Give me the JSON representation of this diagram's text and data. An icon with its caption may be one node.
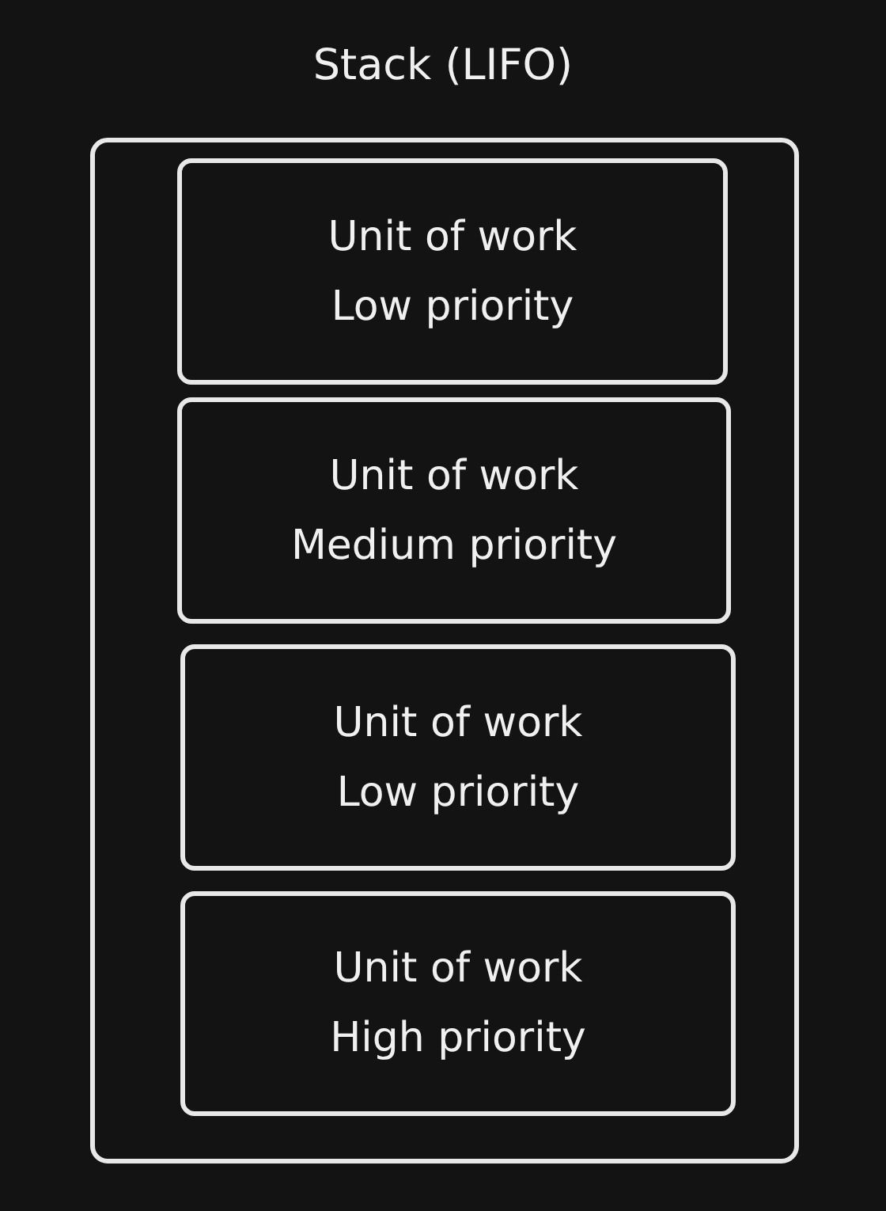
{
  "diagram": {
    "title": "Stack (LIFO)",
    "nodes": [
      {
        "text": [],
        "shape": "box"
      },
      {
        "text": [
          "Unit of work",
          "Low priority"
        ],
        "in": 0
      },
      {
        "text": [
          "Unit of work",
          "Medium priority"
        ],
        "in": 0
      },
      {
        "text": [
          "Unit of work",
          "Low priority"
        ],
        "in": 0
      },
      {
        "text": [
          "Unit of work",
          "High priority"
        ],
        "in": 0
      }
    ]
  }
}
